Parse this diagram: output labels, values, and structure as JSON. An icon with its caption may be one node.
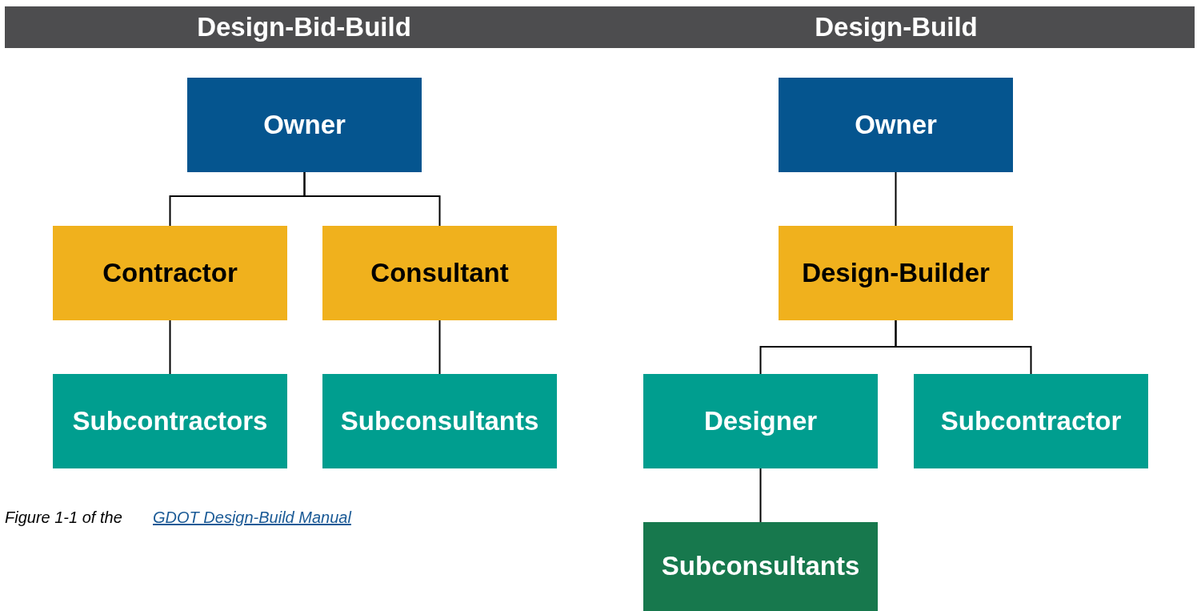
{
  "diagram": {
    "nodes": [
      {
        "text": [
          "Owner"
        ]
      },
      {
        "text": [
          "Contractor"
        ]
      },
      {
        "text": [
          "Consultant"
        ]
      },
      {
        "text": [
          "Subcontractors"
        ]
      },
      {
        "text": [
          "Subconsultants"
        ]
      },
      {
        "text": [
          "Owner"
        ]
      },
      {
        "text": [
          "Design-Builder"
        ]
      },
      {
        "text": [
          "Designer"
        ]
      },
      {
        "text": [
          "Subcontractor"
        ]
      },
      {
        "text": [
          "Subconsultants"
        ]
      }
    ],
    "edges": [
      {
        "from": 0,
        "to": 1,
        "arrow": "none"
      },
      {
        "from": 0,
        "to": 2,
        "arrow": "none"
      },
      {
        "from": 1,
        "to": 3,
        "arrow": "none"
      },
      {
        "from": 2,
        "to": 4,
        "arrow": "none"
      },
      {
        "from": 5,
        "to": 6,
        "arrow": "none"
      },
      {
        "from": 6,
        "to": 7,
        "arrow": "none"
      },
      {
        "from": 6,
        "to": 8,
        "arrow": "none"
      },
      {
        "from": 7,
        "to": 9,
        "arrow": "none"
      }
    ],
    "labels": [
      "Design-Bid-Build",
      "Design-Build",
      "Figure 1-1 of the",
      "GDOT Design-Build Manual"
    ]
  }
}
